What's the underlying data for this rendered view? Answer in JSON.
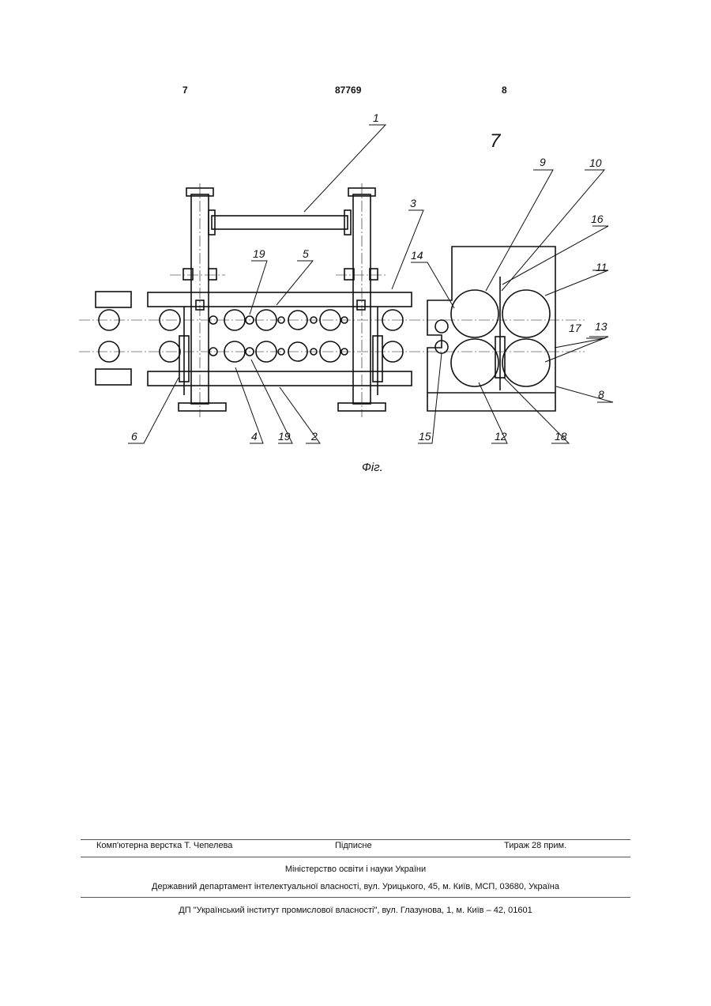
{
  "header": {
    "left": "7",
    "center": "87769",
    "right": "8"
  },
  "figure": {
    "number": "7",
    "caption": "Фіг.",
    "labels": [
      "1",
      "2",
      "3",
      "4",
      "5",
      "6",
      "8",
      "9",
      "10",
      "11",
      "12",
      "13",
      "14",
      "15",
      "16",
      "17",
      "18",
      "19"
    ]
  },
  "footer": {
    "typesetting": "Комп'ютерна верстка Т. Чепелева",
    "signed": "Підписне",
    "circulation": "Тираж 28 прим.",
    "ministry": "Міністерство освіти і науки України",
    "department": "Державний департамент інтелектуальної власності, вул. Урицького, 45, м. Київ, МСП, 03680, Україна",
    "institute": "ДП \"Український інститут промислової власності\", вул. Глазунова, 1, м. Київ – 42, 01601"
  }
}
